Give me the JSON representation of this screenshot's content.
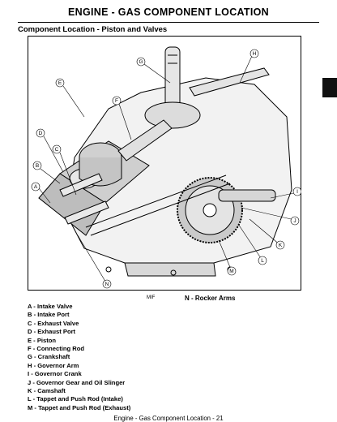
{
  "header": {
    "title": "ENGINE - GAS   COMPONENT LOCATION"
  },
  "section": {
    "heading": "Component Location - Piston and Valves"
  },
  "figure": {
    "code": "MIF",
    "note": "N - Rocker Arms",
    "callouts": [
      "A",
      "B",
      "C",
      "D",
      "E",
      "F",
      "G",
      "H",
      "I",
      "J",
      "K",
      "L",
      "M",
      "N"
    ]
  },
  "legend": [
    "A - Intake Valve",
    "B - Intake Port",
    "C - Exhaust Valve",
    "D - Exhaust Port",
    "E - Piston",
    "F - Connecting Rod",
    "G - Crankshaft",
    "H - Governor Arm",
    "I - Governor Crank",
    "J - Governor Gear and Oil Slinger",
    "K - Camshaft",
    "L - Tappet and Push Rod (Intake)",
    "M - Tappet and Push Rod (Exhaust)"
  ],
  "footer": {
    "text": "Engine - Gas   Component Location - 21"
  }
}
